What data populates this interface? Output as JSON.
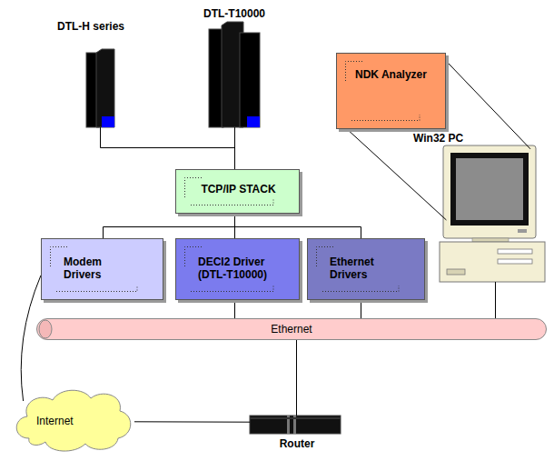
{
  "diagram": {
    "nodes": [
      {
        "text": [
          "DTL-H series"
        ]
      },
      {
        "text": [
          "DTL-T10000"
        ]
      },
      {
        "text": [
          "NDK Analyzer"
        ]
      },
      {
        "text": [
          "Win32 PC"
        ]
      },
      {
        "text": [
          "TCP/IP STACK"
        ]
      },
      {
        "text": [
          "Modem Drivers"
        ]
      },
      {
        "text": [
          "DECI2 Driver (DTL-T10000)"
        ]
      },
      {
        "text": [
          "Ethernet Drivers"
        ]
      },
      {
        "text": [
          "Ethernet"
        ]
      },
      {
        "text": [
          "Internet"
        ]
      },
      {
        "text": [
          "Router"
        ]
      }
    ],
    "edges": [
      {
        "from": 0,
        "to": 4,
        "arrow": "none"
      },
      {
        "from": 1,
        "to": 4,
        "arrow": "none"
      },
      {
        "from": 4,
        "to": 5,
        "arrow": "none"
      },
      {
        "from": 4,
        "to": 6,
        "arrow": "none"
      },
      {
        "from": 4,
        "to": 7,
        "arrow": "none"
      },
      {
        "from": 6,
        "to": 8,
        "arrow": "none"
      },
      {
        "from": 7,
        "to": 8,
        "arrow": "none"
      },
      {
        "from": 3,
        "to": 8,
        "arrow": "none"
      },
      {
        "from": 8,
        "to": 10,
        "arrow": "none"
      },
      {
        "from": 5,
        "to": 9,
        "arrow": "none"
      },
      {
        "from": 9,
        "to": 10,
        "arrow": "none"
      },
      {
        "from": 2,
        "to": 3,
        "arrow": "none"
      },
      {
        "from": 2,
        "to": 3,
        "arrow": "none"
      }
    ]
  }
}
